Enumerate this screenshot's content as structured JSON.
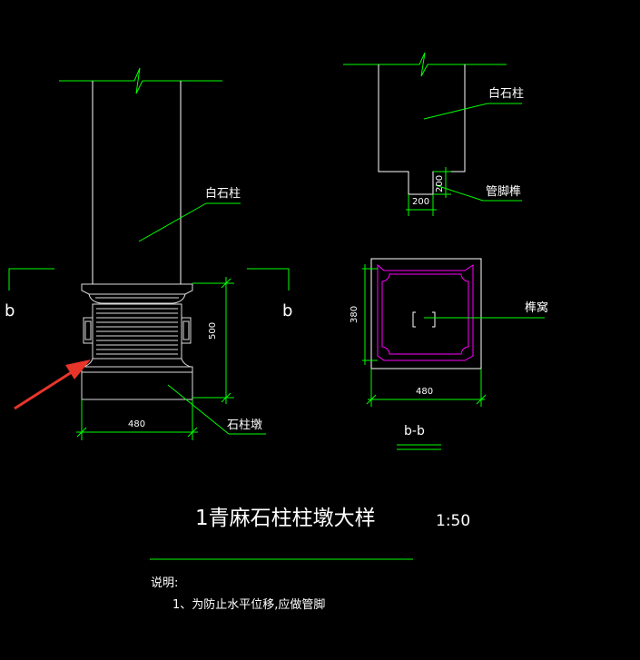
{
  "drawing": {
    "background": "#000000",
    "colors": {
      "white": "#ffffff",
      "green": "#00ff00",
      "magenta": "#ff00ff",
      "red": "#e8352a",
      "grey": "#dcdcdc"
    },
    "labels": {
      "white_column_elev": "白石柱",
      "white_column_top": "白石柱",
      "tube_tenon": "管脚榫",
      "tenon_socket": "榫窝",
      "column_plinth": "石柱墩",
      "section_left": "b",
      "section_right": "b",
      "section_title": "b-b"
    },
    "dimensions": {
      "plinth_height": "500",
      "plinth_width": "480",
      "tenon_height": "200",
      "tenon_width": "200",
      "plan_height": "380",
      "plan_width": "480"
    },
    "title": {
      "main": "1青麻石柱柱墩大样",
      "scale": "1:50"
    },
    "notes": {
      "heading": "说明:",
      "item_1": "1、为防止水平位移,应做管脚"
    }
  }
}
